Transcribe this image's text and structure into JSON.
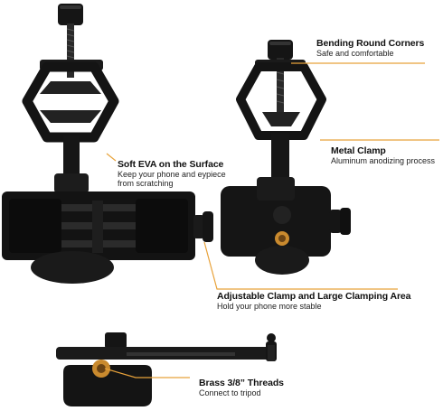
{
  "colors": {
    "accent": "#e8a23a",
    "body": "#141414",
    "brass": "#c98a2e"
  },
  "callouts": {
    "bending": {
      "title": "Bending Round Corners",
      "subtitle": "Safe and comfortable"
    },
    "metal": {
      "title": "Metal Clamp",
      "subtitle": "Aluminum anodizing process"
    },
    "eva": {
      "title": "Soft EVA on the Surface",
      "subtitle_line1": "Keep your phone and eypiece",
      "subtitle_line2": "from scratching"
    },
    "adjustable": {
      "title": "Adjustable Clamp and Large Clamping Area",
      "subtitle": "Hold your phone more stable"
    },
    "brass": {
      "title": "Brass 3/8” Threads",
      "subtitle": "Connect to tripod"
    }
  }
}
